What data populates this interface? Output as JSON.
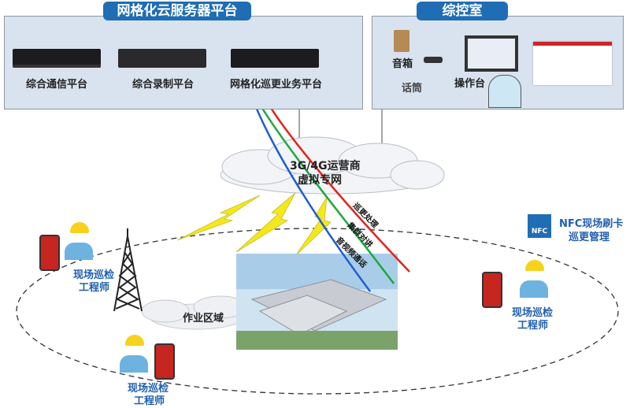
{
  "server_platform": {
    "title": "网格化云服务器平台",
    "items": [
      "综合通信平台",
      "综合录制平台",
      "网格化巡更业务平台"
    ]
  },
  "control_room": {
    "title": "综控室",
    "speaker": "音箱",
    "microphone": "话筒",
    "console": "操作台"
  },
  "network": {
    "label_line1": "3G/4G运营商",
    "label_line2": "虚拟专网"
  },
  "links": [
    {
      "label": "巡更处理",
      "color": "#e8201c"
    },
    {
      "label": "集群对讲",
      "color": "#1aa83c"
    },
    {
      "label": "音视频通话",
      "color": "#1f5fcf"
    }
  ],
  "nfc": {
    "badge": "NFC",
    "line1": "NFC现场刷卡",
    "line2": "巡更管理"
  },
  "work_area": "作业区域",
  "engineers": [
    {
      "line1": "现场巡检",
      "line2": "工程师"
    },
    {
      "line1": "现场巡检",
      "line2": "工程师"
    },
    {
      "line1": "现场巡检",
      "line2": "工程师"
    }
  ]
}
